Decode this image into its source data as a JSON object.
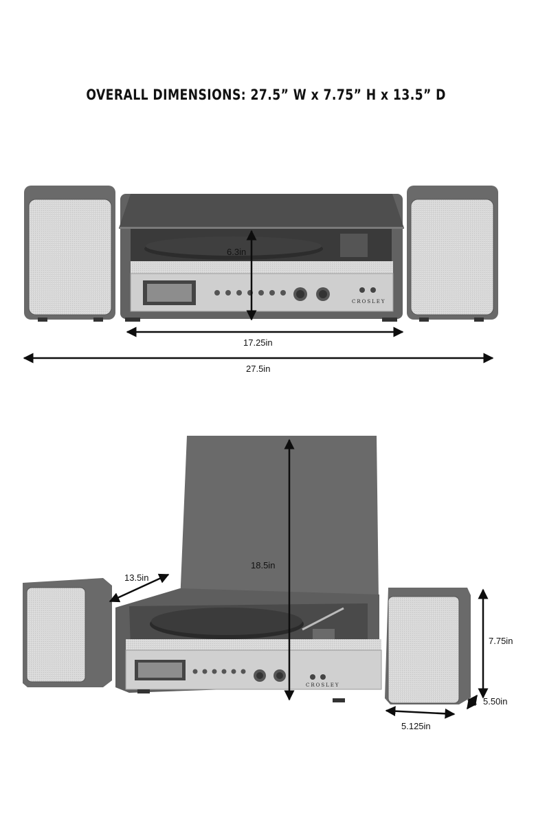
{
  "title": "OVERALL DIMENSIONS: 27.5” W x 7.75” H x 13.5” D",
  "front_view": {
    "height_label": "6.3in",
    "turntable_width_label": "17.25in",
    "overall_width_label": "27.5in"
  },
  "open_view": {
    "depth_label": "13.5in",
    "lid_height_label": "18.5in",
    "speaker_height_label": "7.75in",
    "speaker_depth_label": "5.50in",
    "speaker_width_label": "5.125in"
  },
  "brand": "CROSLEY",
  "colors": {
    "cabinet": "#6f6f6f",
    "cabinet_dark": "#555555",
    "grille": "#d6d6d6",
    "panel": "#d2d2d2",
    "platter": "#3f3f3f",
    "arrow": "#0d0d0d"
  }
}
